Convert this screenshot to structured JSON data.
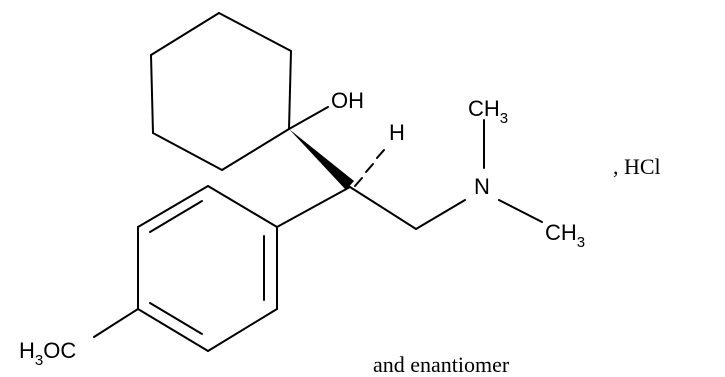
{
  "labels": {
    "hydroxyl": "OH",
    "stereo_h": "H",
    "nitrogen": "N",
    "methyl_top": {
      "main": "CH",
      "sub": "3"
    },
    "methyl_bottom": {
      "main": "CH",
      "sub": "3"
    },
    "methoxy": {
      "h": "H",
      "sub": "3",
      "rest": "OC"
    },
    "salt": ", HCl",
    "note": "and enantiomer"
  },
  "colors": {
    "ink": "#000000",
    "background": "#ffffff"
  }
}
